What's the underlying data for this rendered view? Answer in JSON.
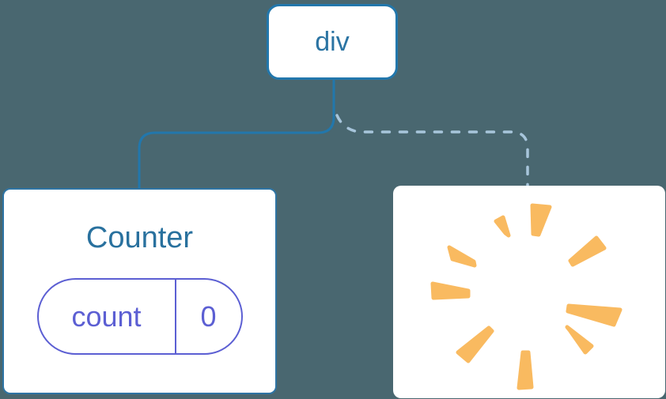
{
  "canvas": {
    "background": "#496770",
    "description": "component tree diagram"
  },
  "colors": {
    "bg": "#496770",
    "card_bg": "#FFFFFF",
    "node_border": "#2277AC",
    "node_text": "#2B74A3",
    "card_border": "#2E74A4",
    "title_text": "#29719E",
    "solid_link": "#2277AC",
    "dashed_link": "#A7C5DB",
    "state_accent": "#5C5FD3",
    "poof": "#F9BA60"
  },
  "root_node": {
    "label": "div"
  },
  "links": [
    {
      "type": "solid",
      "from": "div",
      "to": "Counter"
    },
    {
      "type": "dashed",
      "from": "div",
      "to": "removed-component"
    }
  ],
  "counter_card": {
    "title": "Counter",
    "state": {
      "name": "count",
      "value": "0"
    }
  },
  "removed_card": {
    "icon": "poof-burst-icon",
    "rays": [
      "176,25 198,27 184,62 177,61",
      "130,45 139,40 146,63 142,60",
      "257,66 267,79 227,100 224,95",
      "71,78 75,93 103,101 102,96",
      "50,124 51,142 95,140 95,133",
      "287,157 279,176 221,159 222,152",
      "251,203 243,211 224,184 220,179",
      "82,211 95,222 125,184 121,180",
      "159,256 175,255 171,211 164,211"
    ]
  }
}
